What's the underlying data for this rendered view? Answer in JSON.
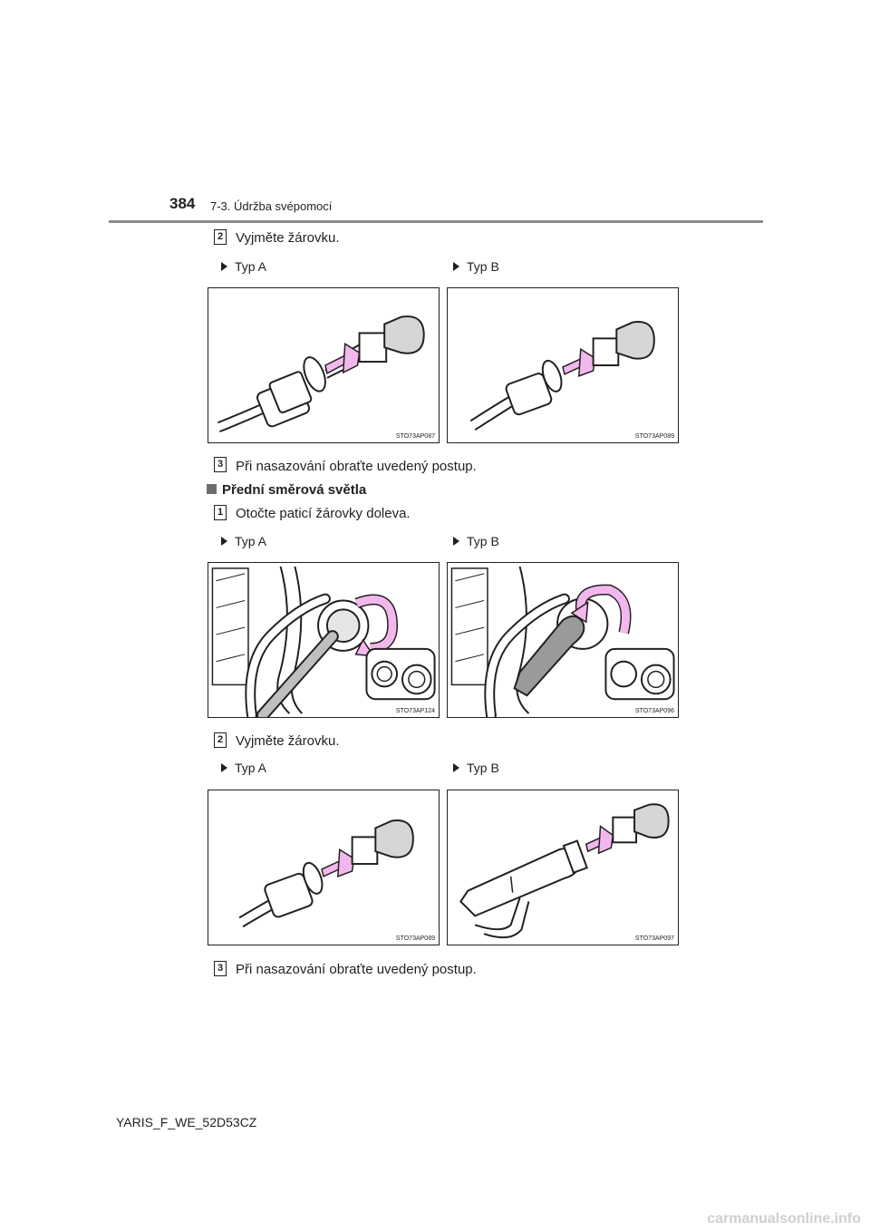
{
  "header": {
    "page_number": "384",
    "section": "7-3. Údržba svépomocí"
  },
  "block1": {
    "step2": {
      "number": "2",
      "text": "Vyjměte žárovku."
    },
    "type_a": "Typ A",
    "type_b": "Typ B",
    "figure_a_code": "STO73AP087",
    "figure_b_code": "STO73AP089",
    "step3": {
      "number": "3",
      "text": "Při nasazování obraťte uvedený postup."
    }
  },
  "block2": {
    "heading": "Přední směrová světla",
    "step1": {
      "number": "1",
      "text": "Otočte paticí žárovky doleva."
    },
    "type_a": "Typ A",
    "type_b": "Typ B",
    "figure_a_code": "STO73AP124",
    "figure_b_code": "STO73AP096",
    "step2": {
      "number": "2",
      "text": "Vyjměte žárovku."
    },
    "type_a2": "Typ A",
    "type_b2": "Typ B",
    "figure_c_code": "STO73AP089",
    "figure_d_code": "STO73AP097",
    "step3": {
      "number": "3",
      "text": "Při nasazování obraťte uvedený postup."
    }
  },
  "footer": {
    "doc_code": "YARIS_F_WE_52D53CZ"
  },
  "watermark": "carmanualsonline.info",
  "colors": {
    "arrow": "#f2b8ee",
    "rule": "#8c8c8c",
    "ink": "#231f20"
  }
}
